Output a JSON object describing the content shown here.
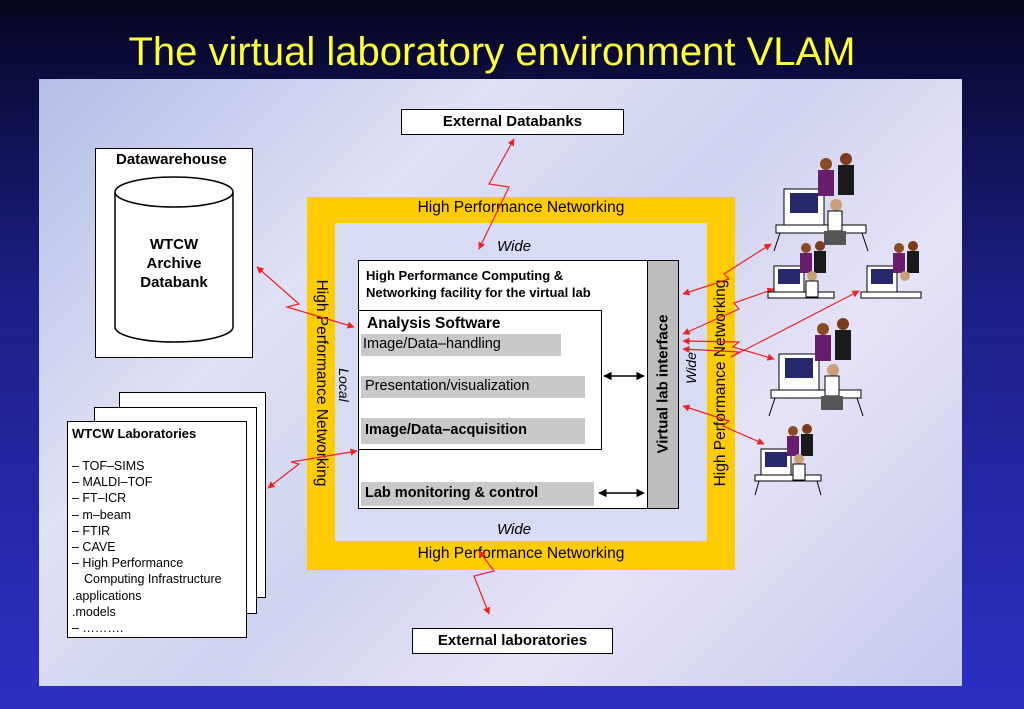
{
  "title": "The virtual laboratory environment VLAM",
  "external_databanks": "External Databanks",
  "external_laboratories": "External laboratories",
  "datawarehouse": {
    "label": "Datawarehouse",
    "archive_line1": "WTCW",
    "archive_line2": "Archive",
    "archive_line3": "Databank"
  },
  "labs": {
    "title": "WTCW Laboratories",
    "items": [
      "– TOF–SIMS",
      "– MALDI–TOF",
      "– FT–ICR",
      "– m–beam",
      "– FTIR",
      "– CAVE",
      "– High Performance",
      "   Computing Infrastructure",
      ".applications",
      ".models",
      "– ………."
    ]
  },
  "hpn": {
    "top": "High Performance Networking",
    "bottom": "High Performance Networking",
    "left": "High Performance Networking",
    "right": "High Performance Networking"
  },
  "wide_top": "Wide",
  "wide_bottom": "Wide",
  "wide_right": "Wide",
  "local": "Local",
  "facility": {
    "line1": "High Performance Computing &",
    "line2": "Networking facility for the virtual lab"
  },
  "analysis_software": "Analysis Software",
  "image_data_handling": "Image/Data–handling",
  "presentation": "Presentation/visualization",
  "acquisition": "Image/Data–acquisition",
  "lab_monitoring": "Lab monitoring & control",
  "virtual_lab_interface": "Virtual lab interface",
  "colors": {
    "title": "#ffff33",
    "hpn_ring": "#ffcc00",
    "zigzag": "#ee2222",
    "grey": "#c9c9c9"
  }
}
